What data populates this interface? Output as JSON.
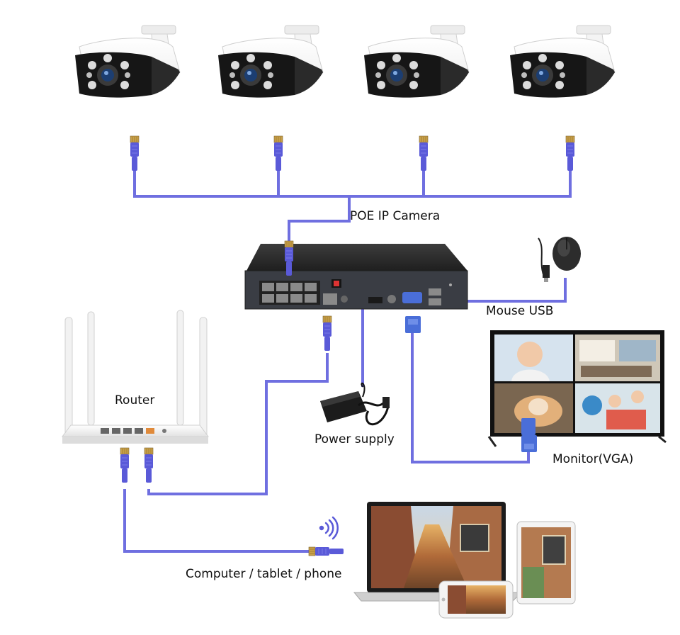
{
  "labels": {
    "poe_camera": "POE IP Camera",
    "mouse_usb": "Mouse USB",
    "router": "Router",
    "power_supply": "Power supply",
    "monitor": "Monitor(VGA)",
    "clients": "Computer / tablet / phone"
  },
  "colors": {
    "cable": "#6f6fe0",
    "connector": "#5a5ad8",
    "nvr_body": "#2a2a2a",
    "nvr_panel": "#3a3d44",
    "camera_body": "#ffffff",
    "camera_face": "#111111"
  },
  "icons": {
    "camera": "bullet-camera-icon",
    "nvr": "nvr-recorder-icon",
    "router": "wifi-router-icon",
    "mouse": "usb-mouse-icon",
    "power": "power-adapter-icon",
    "monitor": "monitor-icon",
    "laptop": "laptop-icon",
    "tablet": "tablet-icon",
    "phone": "phone-icon",
    "wifi": "wifi-signal-icon"
  }
}
